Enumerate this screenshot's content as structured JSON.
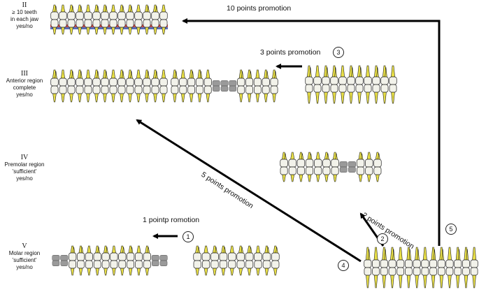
{
  "levels": [
    {
      "numeral": "II",
      "lines": [
        "≥ 10 teeth",
        "in each jaw",
        "yes/no"
      ]
    },
    {
      "numeral": "III",
      "lines": [
        "Anterior region",
        "complete",
        "yes/no"
      ]
    },
    {
      "numeral": "IV",
      "lines": [
        "Premolar region",
        "'sufficient'",
        "yes/no"
      ]
    },
    {
      "numeral": "V",
      "lines": [
        "Molar region",
        "'sufficient'",
        "yes/no"
      ]
    }
  ],
  "promotions": {
    "p10": {
      "label": "10 points promotion",
      "step": "5"
    },
    "p3": {
      "label": "3 points promotion",
      "step": "3"
    },
    "p5": {
      "label": "5 points promotion",
      "step": "4"
    },
    "p2": {
      "label": "2 points promotion",
      "step": "2"
    },
    "p1": {
      "label": "1 pointp romotion",
      "step": "1"
    }
  },
  "colors": {
    "tooth": "#f2f2ea",
    "root": "#e8df47",
    "missing": "#9a9a9a",
    "prosthesis_red": "#d24b4b",
    "prosthesis_blue": "#5a6fb5"
  }
}
